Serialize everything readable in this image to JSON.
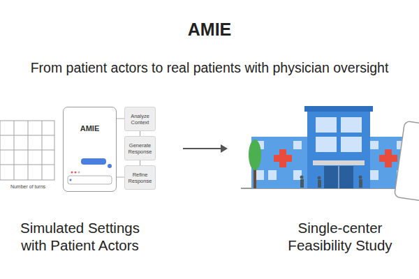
{
  "diagram": {
    "title": "AMIE",
    "nodes": [
      {
        "text": [
          "AMIE"
        ]
      },
      {
        "text": [
          "Analyze Context"
        ]
      },
      {
        "text": [
          "Generate Response"
        ]
      },
      {
        "text": [
          "Refine Response"
        ]
      }
    ],
    "edges": [
      {
        "from": 1,
        "to": 2,
        "arrow": "none"
      },
      {
        "from": 2,
        "to": 3,
        "arrow": "none"
      }
    ],
    "labels": [
      "From patient actors to real patients with physician oversight",
      "Number of turns",
      "Simulated Settings with Patient Actors",
      "Single-center Feasibility Study"
    ]
  }
}
